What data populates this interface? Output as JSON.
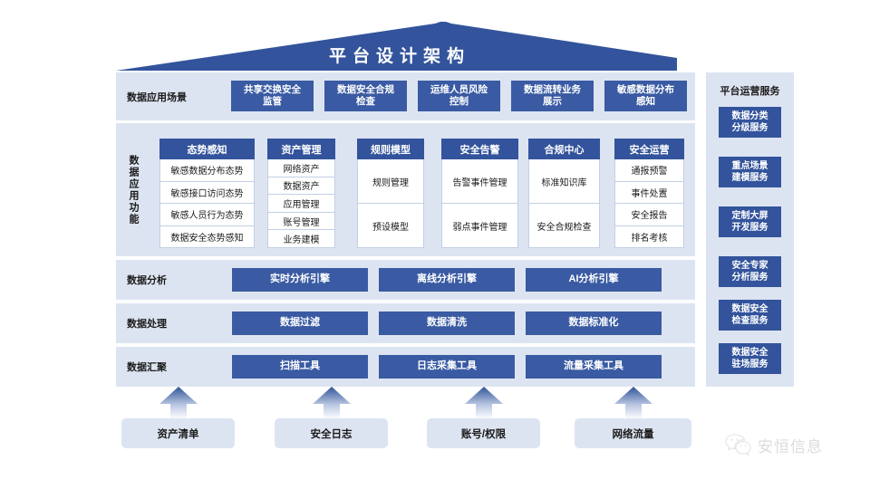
{
  "title": "平台设计架构",
  "scenario_row": {
    "label": "数据应用场景",
    "items": [
      {
        "label": "共享交换安全\n监管"
      },
      {
        "label": "数据安全合规\n检查"
      },
      {
        "label": "运维人员风险\n控制"
      },
      {
        "label": "数据流转业务\n展示"
      },
      {
        "label": "敏感数据分布\n感知"
      }
    ]
  },
  "function_row": {
    "label": "数据应用功能",
    "columns": [
      {
        "title": "态势感知",
        "items": [
          "敏感数据分布态势",
          "敏感接口访问态势",
          "敏感人员行为态势",
          "数据安全态势感知"
        ]
      },
      {
        "title": "资产管理",
        "items": [
          "网络资产",
          "数据资产",
          "应用管理",
          "账号管理",
          "业务建模"
        ]
      },
      {
        "title": "规则模型",
        "items": [
          "规则管理",
          "预设模型"
        ]
      },
      {
        "title": "安全告警",
        "items": [
          "告警事件管理",
          "弱点事件管理"
        ]
      },
      {
        "title": "合规中心",
        "items": [
          "标准知识库",
          "安全合规检查"
        ]
      },
      {
        "title": "安全运营",
        "items": [
          "通报预警",
          "事件处置",
          "安全报告",
          "排名考核"
        ]
      }
    ]
  },
  "analysis_row": {
    "label": "数据分析",
    "items": [
      "实时分析引擎",
      "离线分析引擎",
      "AI分析引擎"
    ]
  },
  "processing_row": {
    "label": "数据处理",
    "items": [
      "数据过滤",
      "数据清洗",
      "数据标准化"
    ]
  },
  "collection_row": {
    "label": "数据汇聚",
    "items": [
      "扫描工具",
      "日志采集工具",
      "流量采集工具"
    ]
  },
  "services_panel": {
    "title": "平台运营服务",
    "items": [
      "数据分类\n分级服务",
      "重点场景\n建模服务",
      "定制大屏\n开发服务",
      "安全专家\n分析服务",
      "数据安全\n检查服务",
      "数据安全\n驻场服务"
    ]
  },
  "sources": [
    "资产清单",
    "安全日志",
    "账号/权限",
    "网络流量"
  ],
  "watermark": {
    "text": "安恒信息",
    "icon": "wechat-icon"
  },
  "colors": {
    "roof": "#33549c",
    "box_blue": "#3a5ba3",
    "header_blue": "#33549c",
    "band_bg": "#dde4f1",
    "panel_border": "#c3cfe6",
    "text_dark": "#1a1a1a"
  }
}
